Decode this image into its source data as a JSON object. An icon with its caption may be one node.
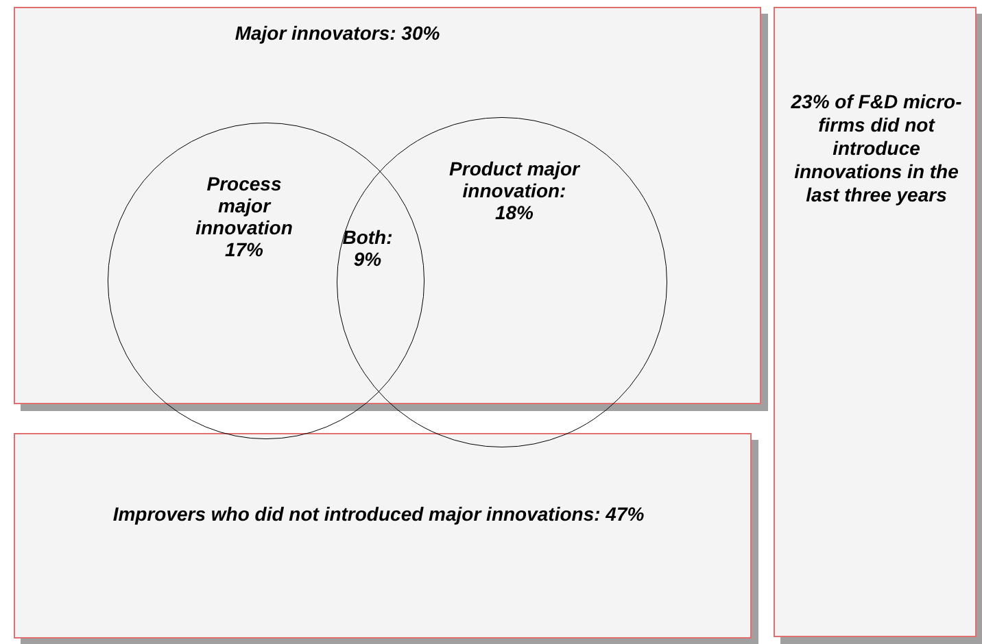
{
  "diagram": {
    "nodes": [
      {
        "text": [
          "Major innovators: 30%"
        ]
      },
      {
        "text": [
          "Process major innovation 17%"
        ],
        "in": 0
      },
      {
        "text": [
          "Product major innovation: 18%"
        ]
      },
      {
        "text": [
          "Improvers who did not introduced major innovations: 47%"
        ]
      },
      {
        "text": [
          "23% of F&D micro-firms did not introduce innovations in the last three years"
        ]
      }
    ],
    "edges": [],
    "labels": [
      "Both: 9%"
    ]
  }
}
